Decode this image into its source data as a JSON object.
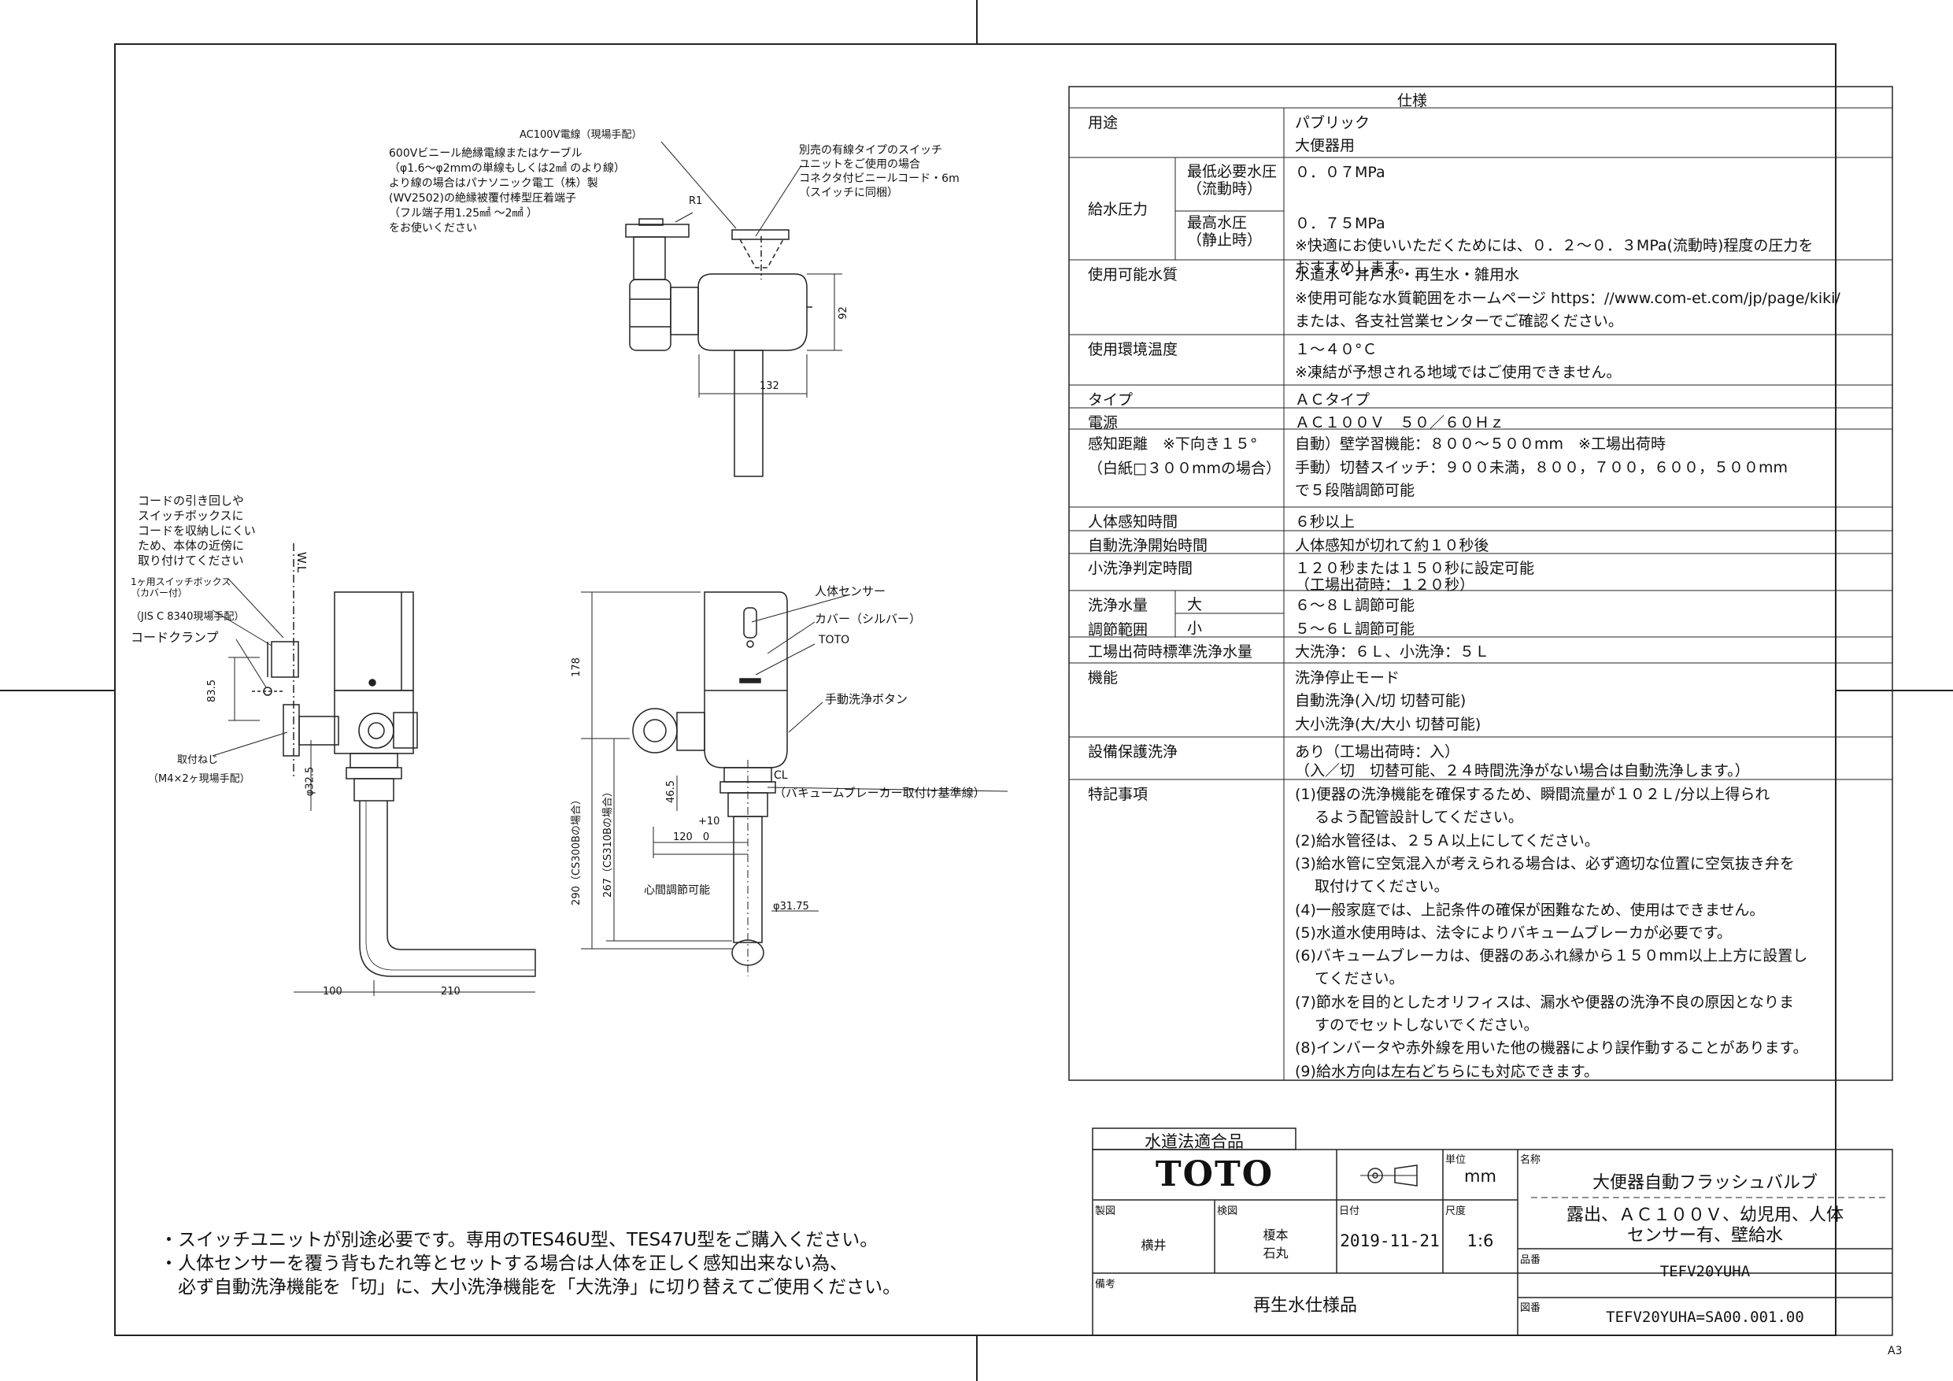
{
  "spec": {
    "header": "仕様",
    "rows": [
      {
        "label": "用途",
        "values": [
          "パブリック",
          "大便器用"
        ]
      },
      {
        "label": "給水圧力",
        "sub": [
          {
            "label": [
              "最低必要水圧",
              "（流動時）"
            ],
            "values": [
              "０．０７MPa"
            ]
          },
          {
            "label": [
              "最高水圧",
              "（静止時）"
            ],
            "values": [
              "０．７５MPa",
              "※快適にお使いいただくためには、０．２～０．３MPa(流動時)程度の圧力を",
              "おすすめします。"
            ]
          }
        ]
      },
      {
        "label": "使用可能水質",
        "values": [
          "水道水・井戸水・再生水・雑用水",
          "※使用可能な水質範囲をホームページ https：//www.com-et.com/jp/page/kiki/",
          "または、各支社営業センターでご確認ください。"
        ]
      },
      {
        "label": "使用環境温度",
        "values": [
          "１～４０°Ｃ",
          "※凍結が予想される地域ではご使用できません。"
        ]
      },
      {
        "label": "タイプ",
        "values": [
          "ＡＣタイプ"
        ]
      },
      {
        "label": "電源",
        "values": [
          "ＡＣ１００Ｖ　５０／６０Ｈｚ"
        ]
      },
      {
        "label": [
          "感知距離　※下向き１５°",
          "（白紙□３００mmの場合）"
        ],
        "values": [
          "自動）壁学習機能：８００～５００mm　※工場出荷時",
          "手動）切替スイッチ：９００未満，８００，７００，６００，５００mm",
          "で５段階調節可能"
        ]
      },
      {
        "label": "人体感知時間",
        "values": [
          "６秒以上"
        ]
      },
      {
        "label": "自動洗浄開始時間",
        "values": [
          "人体感知が切れて約１０秒後"
        ]
      },
      {
        "label": "小洗浄判定時間",
        "values": [
          "１２０秒または１５０秒に設定可能",
          "（工場出荷時：１２０秒）"
        ]
      },
      {
        "label": [
          "洗浄水量",
          "調節範囲"
        ],
        "sub": [
          {
            "label": [
              "大"
            ],
            "values": [
              "６～８Ｌ調節可能"
            ]
          },
          {
            "label": [
              "小"
            ],
            "values": [
              "５～６Ｌ調節可能"
            ]
          }
        ]
      },
      {
        "label": "工場出荷時標準洗浄水量",
        "values": [
          "大洗浄：６Ｌ、小洗浄：５Ｌ"
        ]
      },
      {
        "label": "機能",
        "values": [
          "洗浄停止モード",
          "自動洗浄(入/切 切替可能)",
          "大小洗浄(大/大小 切替可能)"
        ]
      },
      {
        "label": "設備保護洗浄",
        "values": [
          "あり（工場出荷時：入）",
          "（入／切　切替可能、２４時間洗浄がない場合は自動洗浄します。）"
        ]
      },
      {
        "label": "特記事項",
        "values": [
          "(1)便器の洗浄機能を確保するため、瞬間流量が１０２Ｌ/分以上得られ",
          "　 るよう配管設計してください。",
          "(2)給水管径は、２５Ａ以上にしてください。",
          "(3)給水管に空気混入が考えられる場合は、必ず適切な位置に空気抜き弁を",
          "　 取付けてください。",
          "(4)一般家庭では、上記条件の確保が困難なため、使用はできません。",
          "(5)水道水使用時は、法令によりバキュームブレーカが必要です。",
          "(6)バキュームブレーカは、便器のあふれ縁から１５０mm以上上方に設置し",
          "　 てください。",
          "(7)節水を目的としたオリフィスは、漏水や便器の洗浄不良の原因となりま",
          "　 すのでセットしないでください。",
          "(8)インバータや赤外線を用いた他の機器により誤作動することがあります。",
          "(9)給水方向は左右どちらにも対応できます。"
        ]
      }
    ]
  },
  "title_block": {
    "stamp": "水道法適合品",
    "brand": "TOTO",
    "unit_label": "単位",
    "unit_value": "mm",
    "name_label": "名称",
    "name_line1": "大便器自動フラッシュバルブ",
    "name_line2": "露出、ＡＣ１００Ｖ、幼児用、人体",
    "name_line3": "センサー有、壁給水",
    "drawn_label": "製図",
    "drawn_value": "横井",
    "checked_label": "検図",
    "checked_value1": "榎本",
    "checked_value2": "石丸",
    "date_label": "日付",
    "date_value": "2019-11-21",
    "scale_label": "尺度",
    "scale_value": "1:6",
    "part_label": "品番",
    "part_value": "TEFV20YUHA",
    "remarks_label": "備考",
    "remarks_value": "再生水仕様品",
    "dwg_label": "図番",
    "dwg_value": "TEFV20YUHA=SA00.001.00",
    "sheet_size": "A3"
  },
  "notes": [
    "・スイッチユニットが別途必要です。専用のTES46U型、TES47U型をご購入ください。",
    "・人体センサーを覆う背もたれ等とセットする場合は人体を正しく感知出来ない為、",
    "　必ず自動洗浄機能を「切」に、大小洗浄機能を「大洗浄」に切り替えてご使用ください。"
  ],
  "top_view": {
    "ac_label": "AC100V電線（現場手配）",
    "wire_note": [
      "600Vビニール絶縁電線またはケーブル",
      "（φ1.6～φ2mmの単線もしくは2㎟ のより線）",
      "より線の場合はパナソニック電工（株）製",
      "(WV2502)の絶縁被覆付棒型圧着端子",
      "（フル端子用1.25㎟ ～2㎟ ）",
      "をお使いください"
    ],
    "switch_note": [
      "別売の有線タイプのスイッチ",
      "ユニットをご使用の場合",
      "コネクタ付ビニールコード・6m",
      "（スイッチに同梱）"
    ],
    "r1": "R1",
    "dim_92": "92",
    "dim_132": "132"
  },
  "side_view": {
    "cord_note": [
      "コードの引き回しや",
      "スイッチボックスに",
      "コードを収納しにくい",
      "ため、本体の近傍に",
      "取り付けてください"
    ],
    "wl": "W.L",
    "switch_box": [
      "1ヶ用スイッチボックス",
      "（カバー付）"
    ],
    "jis": "（JIS C 8340現場手配）",
    "cord_clamp": "コードクランプ",
    "dim_835": "83.5",
    "mount_screw": "取付ねじ",
    "mount_screw_note": "（M4×2ヶ現場手配）",
    "dim_325": "φ32.5",
    "dim_100": "100",
    "dim_210": "210"
  },
  "front_view": {
    "sensor": "人体センサー",
    "cover": "カバー（シルバー）",
    "toto": "TOTO",
    "manual_button": "手動洗浄ボタン",
    "dim_178": "178",
    "dim_290": "290（CS300Bの場合）",
    "dim_267": "267（CS310Bの場合）",
    "dim_465": "46.5",
    "cl": "CL",
    "vb_line": "（バキュームブレーカー取付け基準線）",
    "plus10": "+10",
    "dim_120": "120　0",
    "center_adj": "心間調節可能",
    "dim_3175": "φ31.75"
  }
}
